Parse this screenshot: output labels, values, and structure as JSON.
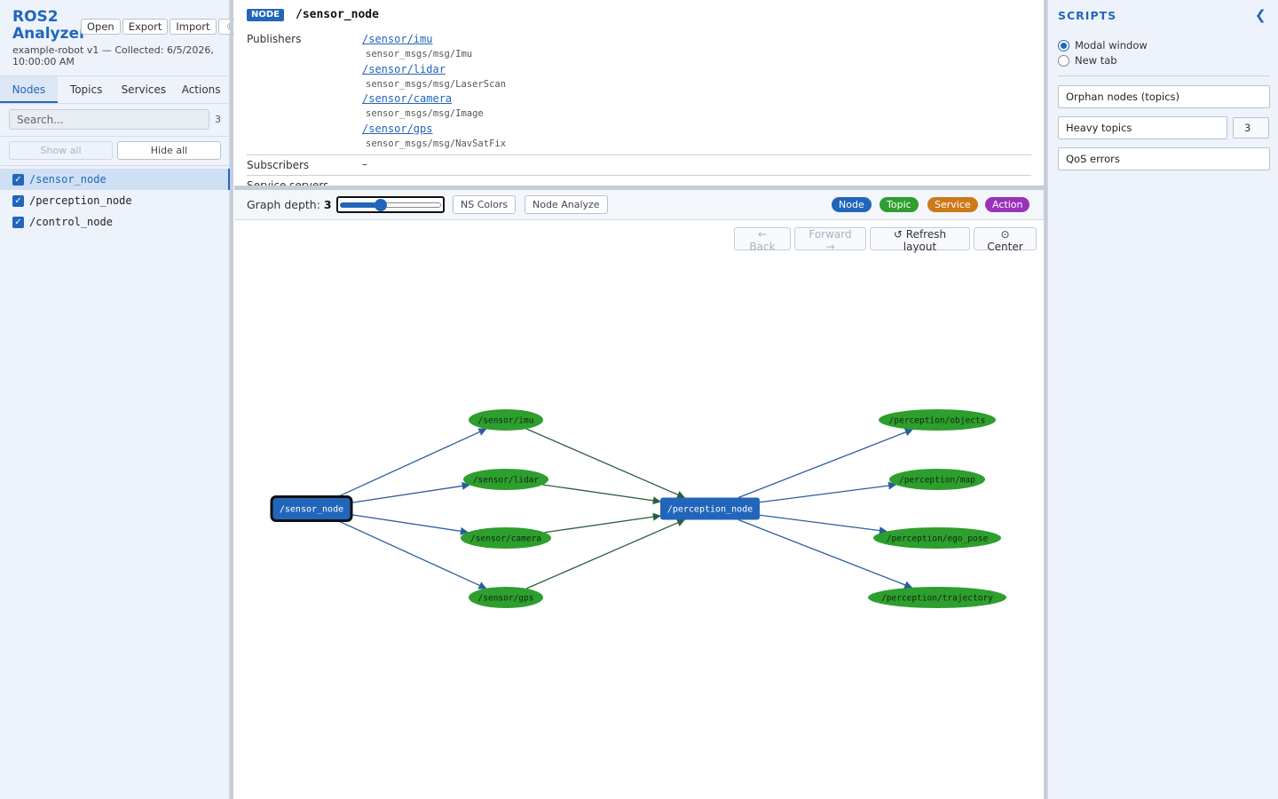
{
  "app": {
    "title": "ROS2 Analyzer",
    "meta": "example-robot v1 — Collected: 6/5/2026, 10:00:00 AM",
    "buttons": {
      "open": "Open",
      "export": "Export",
      "import": "Import",
      "theme": "☾"
    }
  },
  "sidebar": {
    "tabs": [
      {
        "label": "Nodes",
        "active": true
      },
      {
        "label": "Topics"
      },
      {
        "label": "Services"
      },
      {
        "label": "Actions"
      }
    ],
    "search_placeholder": "Search...",
    "count": "3",
    "show_all": "Show all",
    "hide_all": "Hide all",
    "nodes": [
      {
        "name": "/sensor_node",
        "checked": true,
        "selected": true
      },
      {
        "name": "/perception_node",
        "checked": true
      },
      {
        "name": "/control_node",
        "checked": true
      }
    ]
  },
  "info": {
    "kind": "NODE",
    "title": "/sensor_node",
    "publishers_label": "Publishers",
    "publishers": [
      {
        "topic": "/sensor/imu",
        "type": "sensor_msgs/msg/Imu"
      },
      {
        "topic": "/sensor/lidar",
        "type": "sensor_msgs/msg/LaserScan"
      },
      {
        "topic": "/sensor/camera",
        "type": "sensor_msgs/msg/Image"
      },
      {
        "topic": "/sensor/gps",
        "type": "sensor_msgs/msg/NavSatFix"
      }
    ],
    "subscribers_label": "Subscribers",
    "subscribers_value": "–",
    "service_servers_label": "Service servers"
  },
  "toolbar": {
    "depth_label": "Graph depth:",
    "depth_value": "3",
    "ns_colors": "NS Colors",
    "node_analyze": "Node Analyze",
    "legend": [
      {
        "label": "Node",
        "color": "#2266bb"
      },
      {
        "label": "Topic",
        "color": "#2e9e2e"
      },
      {
        "label": "Service",
        "color": "#cc7a1a"
      },
      {
        "label": "Action",
        "color": "#9933bb"
      }
    ]
  },
  "canvas": {
    "back": "← Back",
    "forward": "Forward →",
    "refresh": "↺ Refresh layout",
    "center": "⊙ Center"
  },
  "graph": {
    "colors": {
      "node": "#2266bb",
      "topic": "#2e9e2e",
      "edge_pub": "#2b5d9a",
      "edge_sub": "#2a5e3a"
    },
    "nodes": [
      {
        "id": "sensor_node",
        "label": "/sensor_node",
        "kind": "node",
        "selected": true
      },
      {
        "id": "perception_node",
        "label": "/perception_node",
        "kind": "node"
      },
      {
        "id": "t_imu",
        "label": "/sensor/imu",
        "kind": "topic"
      },
      {
        "id": "t_lidar",
        "label": "/sensor/lidar",
        "kind": "topic"
      },
      {
        "id": "t_camera",
        "label": "/sensor/camera",
        "kind": "topic"
      },
      {
        "id": "t_gps",
        "label": "/sensor/gps",
        "kind": "topic"
      },
      {
        "id": "t_objects",
        "label": "/perception/objects",
        "kind": "topic"
      },
      {
        "id": "t_map",
        "label": "/perception/map",
        "kind": "topic"
      },
      {
        "id": "t_ego",
        "label": "/perception/ego_pose",
        "kind": "topic"
      },
      {
        "id": "t_traj",
        "label": "/perception/trajectory",
        "kind": "topic"
      }
    ],
    "edges": [
      {
        "from": "sensor_node",
        "to": "t_imu"
      },
      {
        "from": "sensor_node",
        "to": "t_lidar"
      },
      {
        "from": "sensor_node",
        "to": "t_camera"
      },
      {
        "from": "sensor_node",
        "to": "t_gps"
      },
      {
        "from": "t_imu",
        "to": "perception_node"
      },
      {
        "from": "t_lidar",
        "to": "perception_node"
      },
      {
        "from": "t_camera",
        "to": "perception_node"
      },
      {
        "from": "t_gps",
        "to": "perception_node"
      },
      {
        "from": "perception_node",
        "to": "t_objects"
      },
      {
        "from": "perception_node",
        "to": "t_map"
      },
      {
        "from": "perception_node",
        "to": "t_ego"
      },
      {
        "from": "perception_node",
        "to": "t_traj"
      }
    ]
  },
  "scripts": {
    "title": "SCRIPTS",
    "collapse": "❮",
    "open_mode": [
      {
        "label": "Modal window",
        "checked": true
      },
      {
        "label": "New tab",
        "checked": false
      }
    ],
    "orphan": "Orphan nodes (topics)",
    "heavy": "Heavy topics",
    "heavy_value": "3",
    "qos": "QoS errors"
  }
}
